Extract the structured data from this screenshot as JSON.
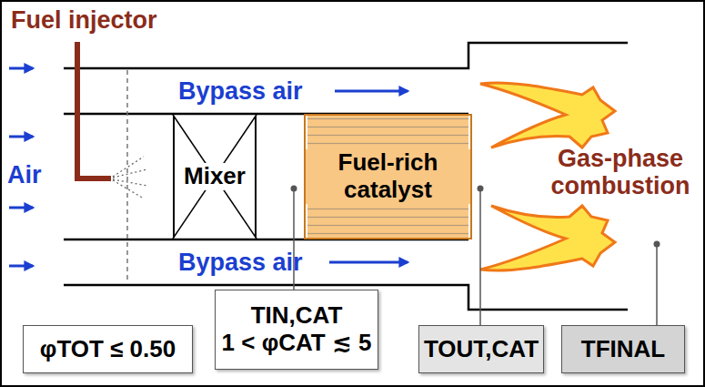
{
  "diagram": {
    "nodes": [
      {
        "text": [
          "Mixer"
        ]
      },
      {
        "text": [
          "Fuel-rich catalyst"
        ]
      },
      {
        "text": [
          "φTOT ≤ 0.50"
        ]
      },
      {
        "text": [
          "TIN,CAT",
          "1 < φCAT ≲ 5"
        ]
      },
      {
        "text": [
          "TOUT,CAT"
        ]
      },
      {
        "text": [
          "TFINAL"
        ]
      }
    ],
    "labels": [
      "Fuel injector",
      "Air",
      "Bypass air",
      "Bypass air",
      "Gas-phase combustion"
    ]
  }
}
